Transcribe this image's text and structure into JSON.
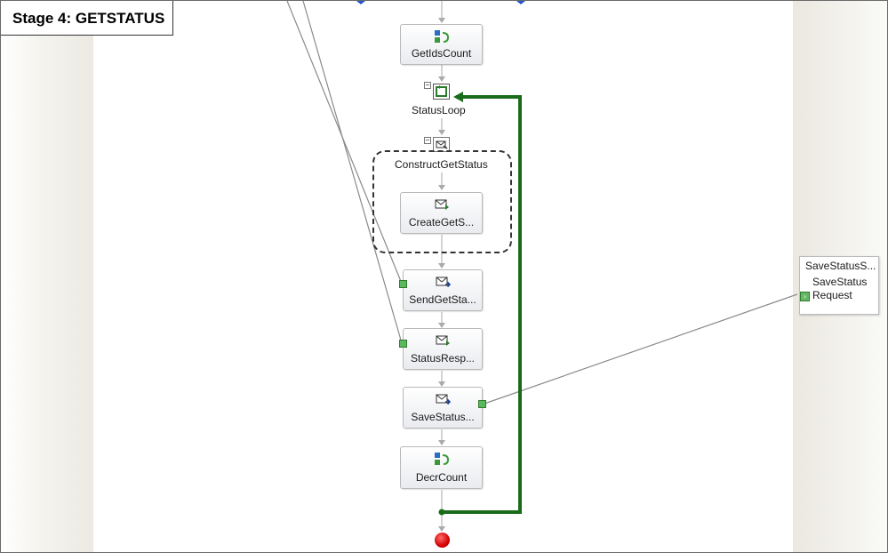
{
  "stage_title": "Stage 4: GETSTATUS",
  "shapes": {
    "get_ids_count": "GetIdsCount",
    "status_loop": "StatusLoop",
    "construct_get_status": "ConstructGetStatus",
    "create_get_status": "CreateGetS...",
    "send_get_status": "SendGetSta...",
    "status_response": "StatusResp...",
    "save_status": "SaveStatus...",
    "decr_count": "DecrCount"
  },
  "port": {
    "title": "SaveStatusS...",
    "operation_line1": "SaveStatus",
    "operation_line2": "Request"
  },
  "colors": {
    "loop_line": "#1a6b1a",
    "port": "#5cb85c",
    "end": "#d40000",
    "connector": "#999999"
  },
  "icons": {
    "expression": "expression-shape-icon",
    "loop": "loop-icon",
    "construct": "construct-message-icon",
    "message": "message-envelope-icon",
    "end": "end-shape-icon"
  }
}
